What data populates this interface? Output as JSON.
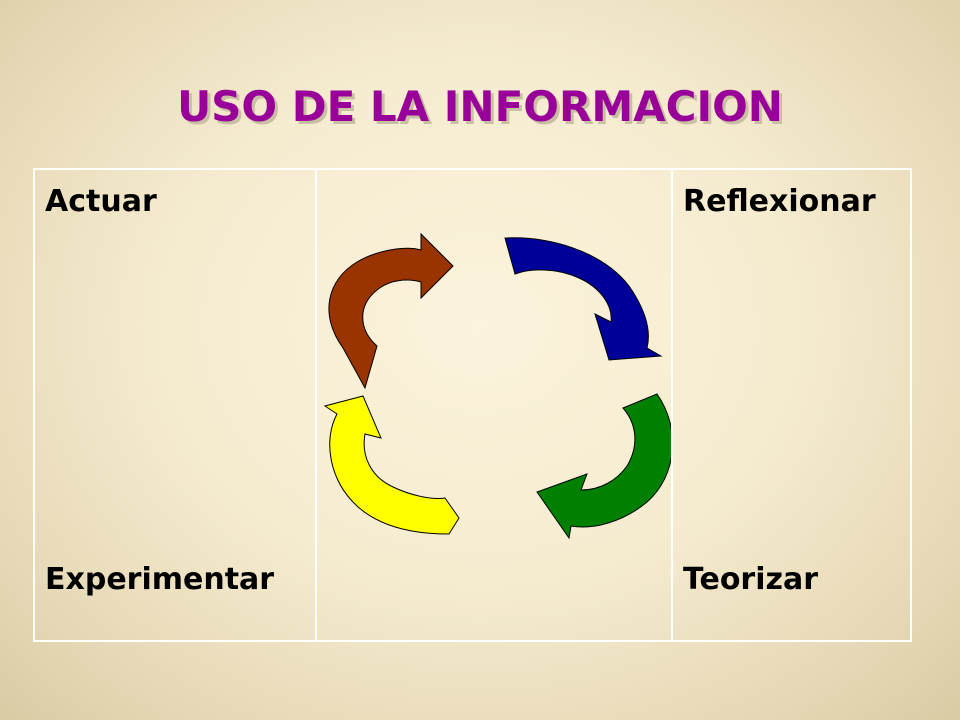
{
  "slide": {
    "title": "USO DE LA INFORMACION"
  },
  "cycle": {
    "left_top": "Actuar",
    "left_bottom": "Experimentar",
    "right_top": "Reflexionar",
    "right_bottom": "Teorizar",
    "arrows": [
      {
        "name": "brown-arrow",
        "color": "#993300"
      },
      {
        "name": "blue-arrow",
        "color": "#000099"
      },
      {
        "name": "green-arrow",
        "color": "#008000"
      },
      {
        "name": "yellow-arrow",
        "color": "#ffff00"
      }
    ]
  }
}
